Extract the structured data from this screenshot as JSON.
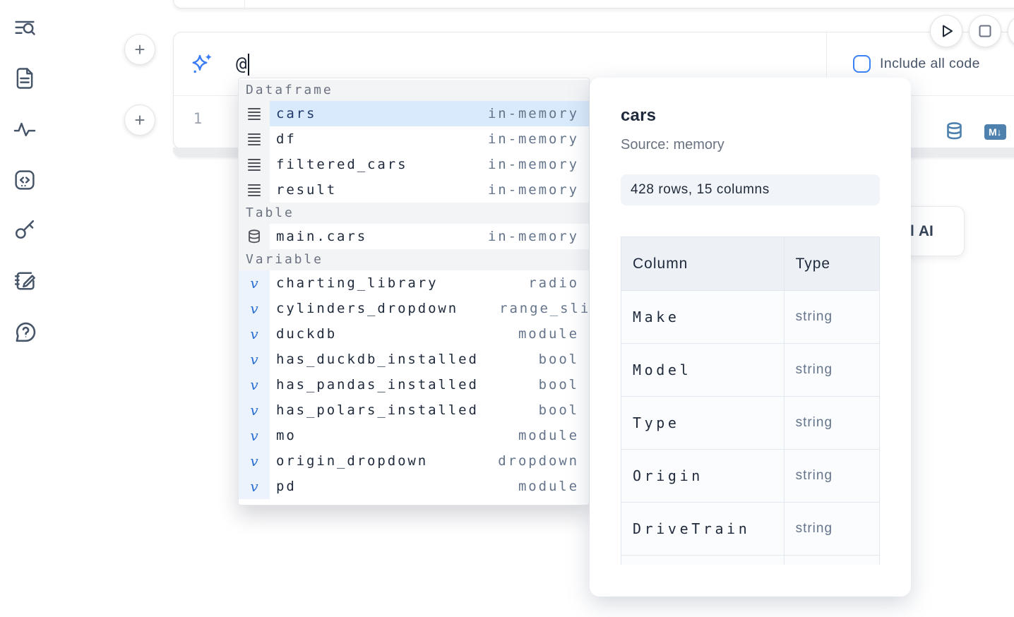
{
  "sidebar": {
    "items": [
      {
        "icon": "list-search"
      },
      {
        "icon": "file-text"
      },
      {
        "icon": "activity"
      },
      {
        "icon": "code-snippets"
      },
      {
        "icon": "key"
      },
      {
        "icon": "notebook-pen"
      },
      {
        "icon": "help-circle"
      }
    ]
  },
  "toolbar": {
    "buttons": [
      {
        "icon": "play"
      },
      {
        "icon": "stop"
      }
    ]
  },
  "ai_prompt": {
    "value": "@",
    "include_all_code_label": "Include all code",
    "checkbox_checked": false
  },
  "editor": {
    "line_number": "1"
  },
  "icons": {
    "add": "+",
    "markdown_badge": "M↓",
    "variable_glyph": "v"
  },
  "autocomplete": {
    "sections": [
      {
        "label": "Dataframe",
        "kind": "dataframe",
        "items": [
          {
            "name": "cars",
            "type": "in-memory",
            "selected": true
          },
          {
            "name": "df",
            "type": "in-memory",
            "selected": false
          },
          {
            "name": "filtered_cars",
            "type": "in-memory",
            "selected": false
          },
          {
            "name": "result",
            "type": "in-memory",
            "selected": false
          }
        ]
      },
      {
        "label": "Table",
        "kind": "table",
        "items": [
          {
            "name": "main.cars",
            "type": "in-memory",
            "selected": false
          }
        ]
      },
      {
        "label": "Variable",
        "kind": "variable",
        "items": [
          {
            "name": "charting_library",
            "type": "radio",
            "selected": false
          },
          {
            "name": "cylinders_dropdown",
            "type": "range_slider",
            "selected": false
          },
          {
            "name": "duckdb",
            "type": "module",
            "selected": false
          },
          {
            "name": "has_duckdb_installed",
            "type": "bool",
            "selected": false
          },
          {
            "name": "has_pandas_installed",
            "type": "bool",
            "selected": false
          },
          {
            "name": "has_polars_installed",
            "type": "bool",
            "selected": false
          },
          {
            "name": "mo",
            "type": "module",
            "selected": false
          },
          {
            "name": "origin_dropdown",
            "type": "dropdown",
            "selected": false
          },
          {
            "name": "pd",
            "type": "module",
            "selected": false
          }
        ]
      }
    ]
  },
  "preview": {
    "title": "cars",
    "source": "Source: memory",
    "shape": "428 rows, 15 columns",
    "table": {
      "headers": [
        "Column",
        "Type"
      ],
      "rows": [
        [
          "Make",
          "string"
        ],
        [
          "Model",
          "string"
        ],
        [
          "Type",
          "string"
        ],
        [
          "Origin",
          "string"
        ],
        [
          "DriveTrain",
          "string"
        ],
        [
          "",
          ""
        ]
      ]
    }
  },
  "ai_card": {
    "clipped_prefix": "l",
    "label": "AI"
  },
  "colors": {
    "accent_blue": "#3b82f6",
    "selected_row_bg": "#d8eafc",
    "cell_action_icon_blue": "#4e81ad",
    "sidebar_icon": "#475569",
    "text_dark": "#1e293b",
    "text_muted": "#64748b",
    "border": "#e7e7ea",
    "cell_footer_band": "#ebecee"
  }
}
